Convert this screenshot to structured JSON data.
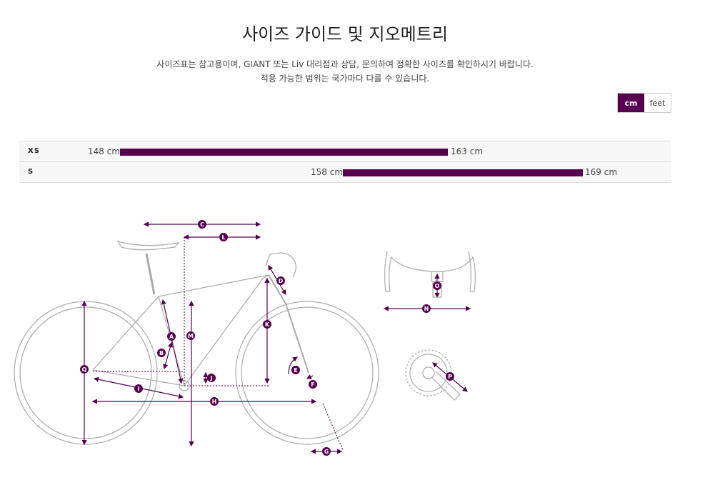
{
  "page": {
    "title": "사이즈 가이드 및 지오메트리",
    "description_line1": "사이즈표는 참고용이며, GIANT 또는 Liv 대리점과 상담, 문의하여 정확한 사이즈를 확인하시기 바랍니다.",
    "description_line2": "적용 가능한 범위는 국가마다 다를 수 있습니다."
  },
  "units": {
    "cm_label": "cm",
    "feet_label": "feet",
    "selected": "cm"
  },
  "sizes": [
    {
      "label": "XS",
      "min": "148 cm",
      "max": "163 cm"
    },
    {
      "label": "S",
      "min": "158 cm",
      "max": "169 cm"
    }
  ],
  "geometry_labels": [
    "A",
    "B",
    "C",
    "D",
    "E",
    "F",
    "G",
    "H",
    "I",
    "J",
    "K",
    "L",
    "M",
    "N",
    "O",
    "P",
    "Q"
  ],
  "colors": {
    "accent": "#55004f",
    "line": "#999999"
  }
}
